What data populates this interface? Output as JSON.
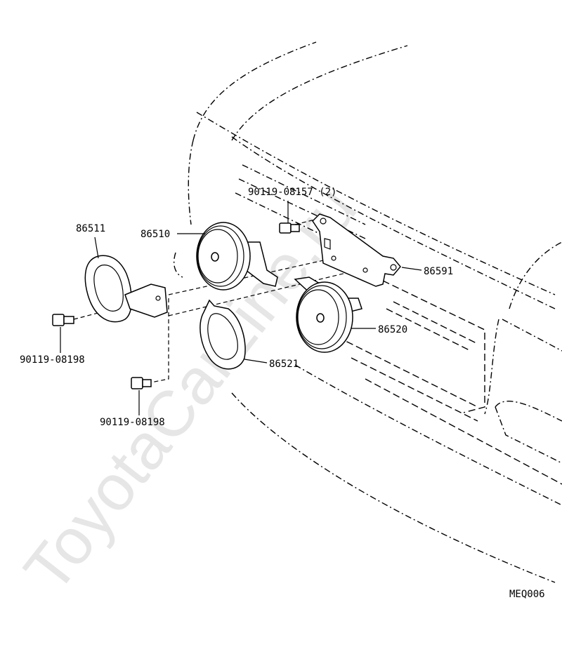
{
  "watermark": "ToyotaCarLine.ru",
  "diagram_code": "MEQ006",
  "parts": {
    "horn_high": "86510",
    "horn_low": "86520",
    "bracket_left": "86511",
    "bracket_right": "86521",
    "mount_bracket": "86591",
    "bolt_top": "90119-08157 (2)",
    "bolt_left": "90119-08198",
    "bolt_bottom": "90119-08198"
  }
}
